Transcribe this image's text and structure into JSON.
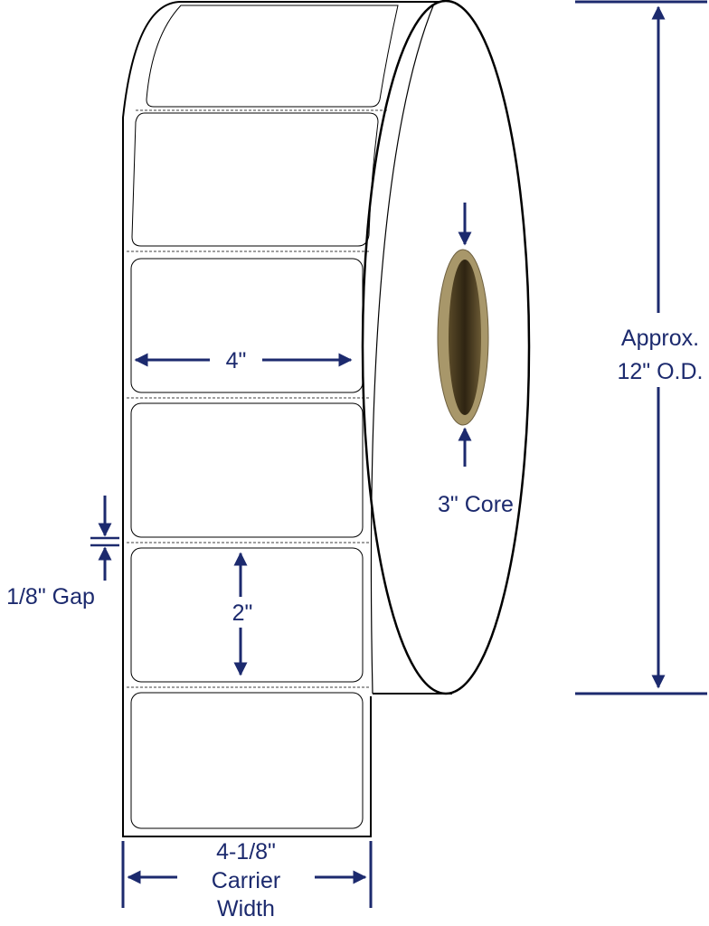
{
  "colors": {
    "annotation": "#1c2a6e",
    "outline": "#000000",
    "core_outer": "#a8976a",
    "core_inner": "#2e2412"
  },
  "labels": {
    "label_width": "4\"",
    "label_height": "2\"",
    "gap": "1/8\" Gap",
    "core": "3\" Core",
    "od_line1": "Approx.",
    "od_line2": "12\" O.D.",
    "carrier_line1": "4-1/8\"",
    "carrier_line2": "Carrier",
    "carrier_line3": "Width"
  }
}
